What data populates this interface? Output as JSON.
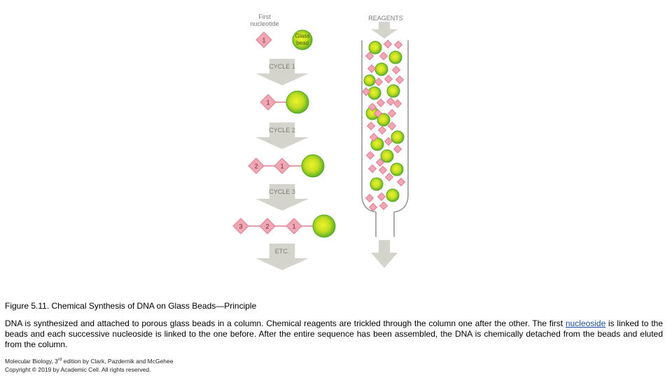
{
  "diagram": {
    "left": {
      "first_label_line1": "First",
      "first_label_line2": "nucleotide",
      "bead_label_line1": "Glass",
      "bead_label_line2": "bead",
      "cycles": [
        "CYCLE 1",
        "CYCLE 2",
        "CYCLE 3",
        "ETC."
      ],
      "step1": [
        "1"
      ],
      "step2": [
        "1"
      ],
      "step3": [
        "2",
        "1"
      ],
      "step4": [
        "3",
        "2",
        "1"
      ]
    },
    "right": {
      "reagents_label": "REAGENTS"
    }
  },
  "caption": {
    "title": "Figure 5.11. Chemical Synthesis of DNA on Glass Beads—Principle",
    "desc_before_link": "DNA is synthesized and attached to porous glass beads in a column. Chemical reagents are trickled through the column one after the other. The first ",
    "desc_link": "nucleoside",
    "desc_after_link": " is linked to the beads and each successive nucleoside is linked to the one before. After the entire sequence has been assembled, the DNA is chemically detached from the beads and eluted from the column.",
    "credit_line1_before_sup": "Molecular Biology, 3",
    "credit_sup": "rd",
    "credit_line1_after_sup": " edition by Clark, Pazdernik and McGehee",
    "credit_line2": "Copyright © 2019 by Academic Cell. All rights reserved."
  },
  "colors": {
    "diamond_fill": "#f0a6b3",
    "diamond_stroke": "#e07e92",
    "bead_outer": "#6bbf2a",
    "bead_inner": "#e6f02a",
    "arrow_fill": "#d4d4cc",
    "column_stroke": "#9a9a9a"
  }
}
